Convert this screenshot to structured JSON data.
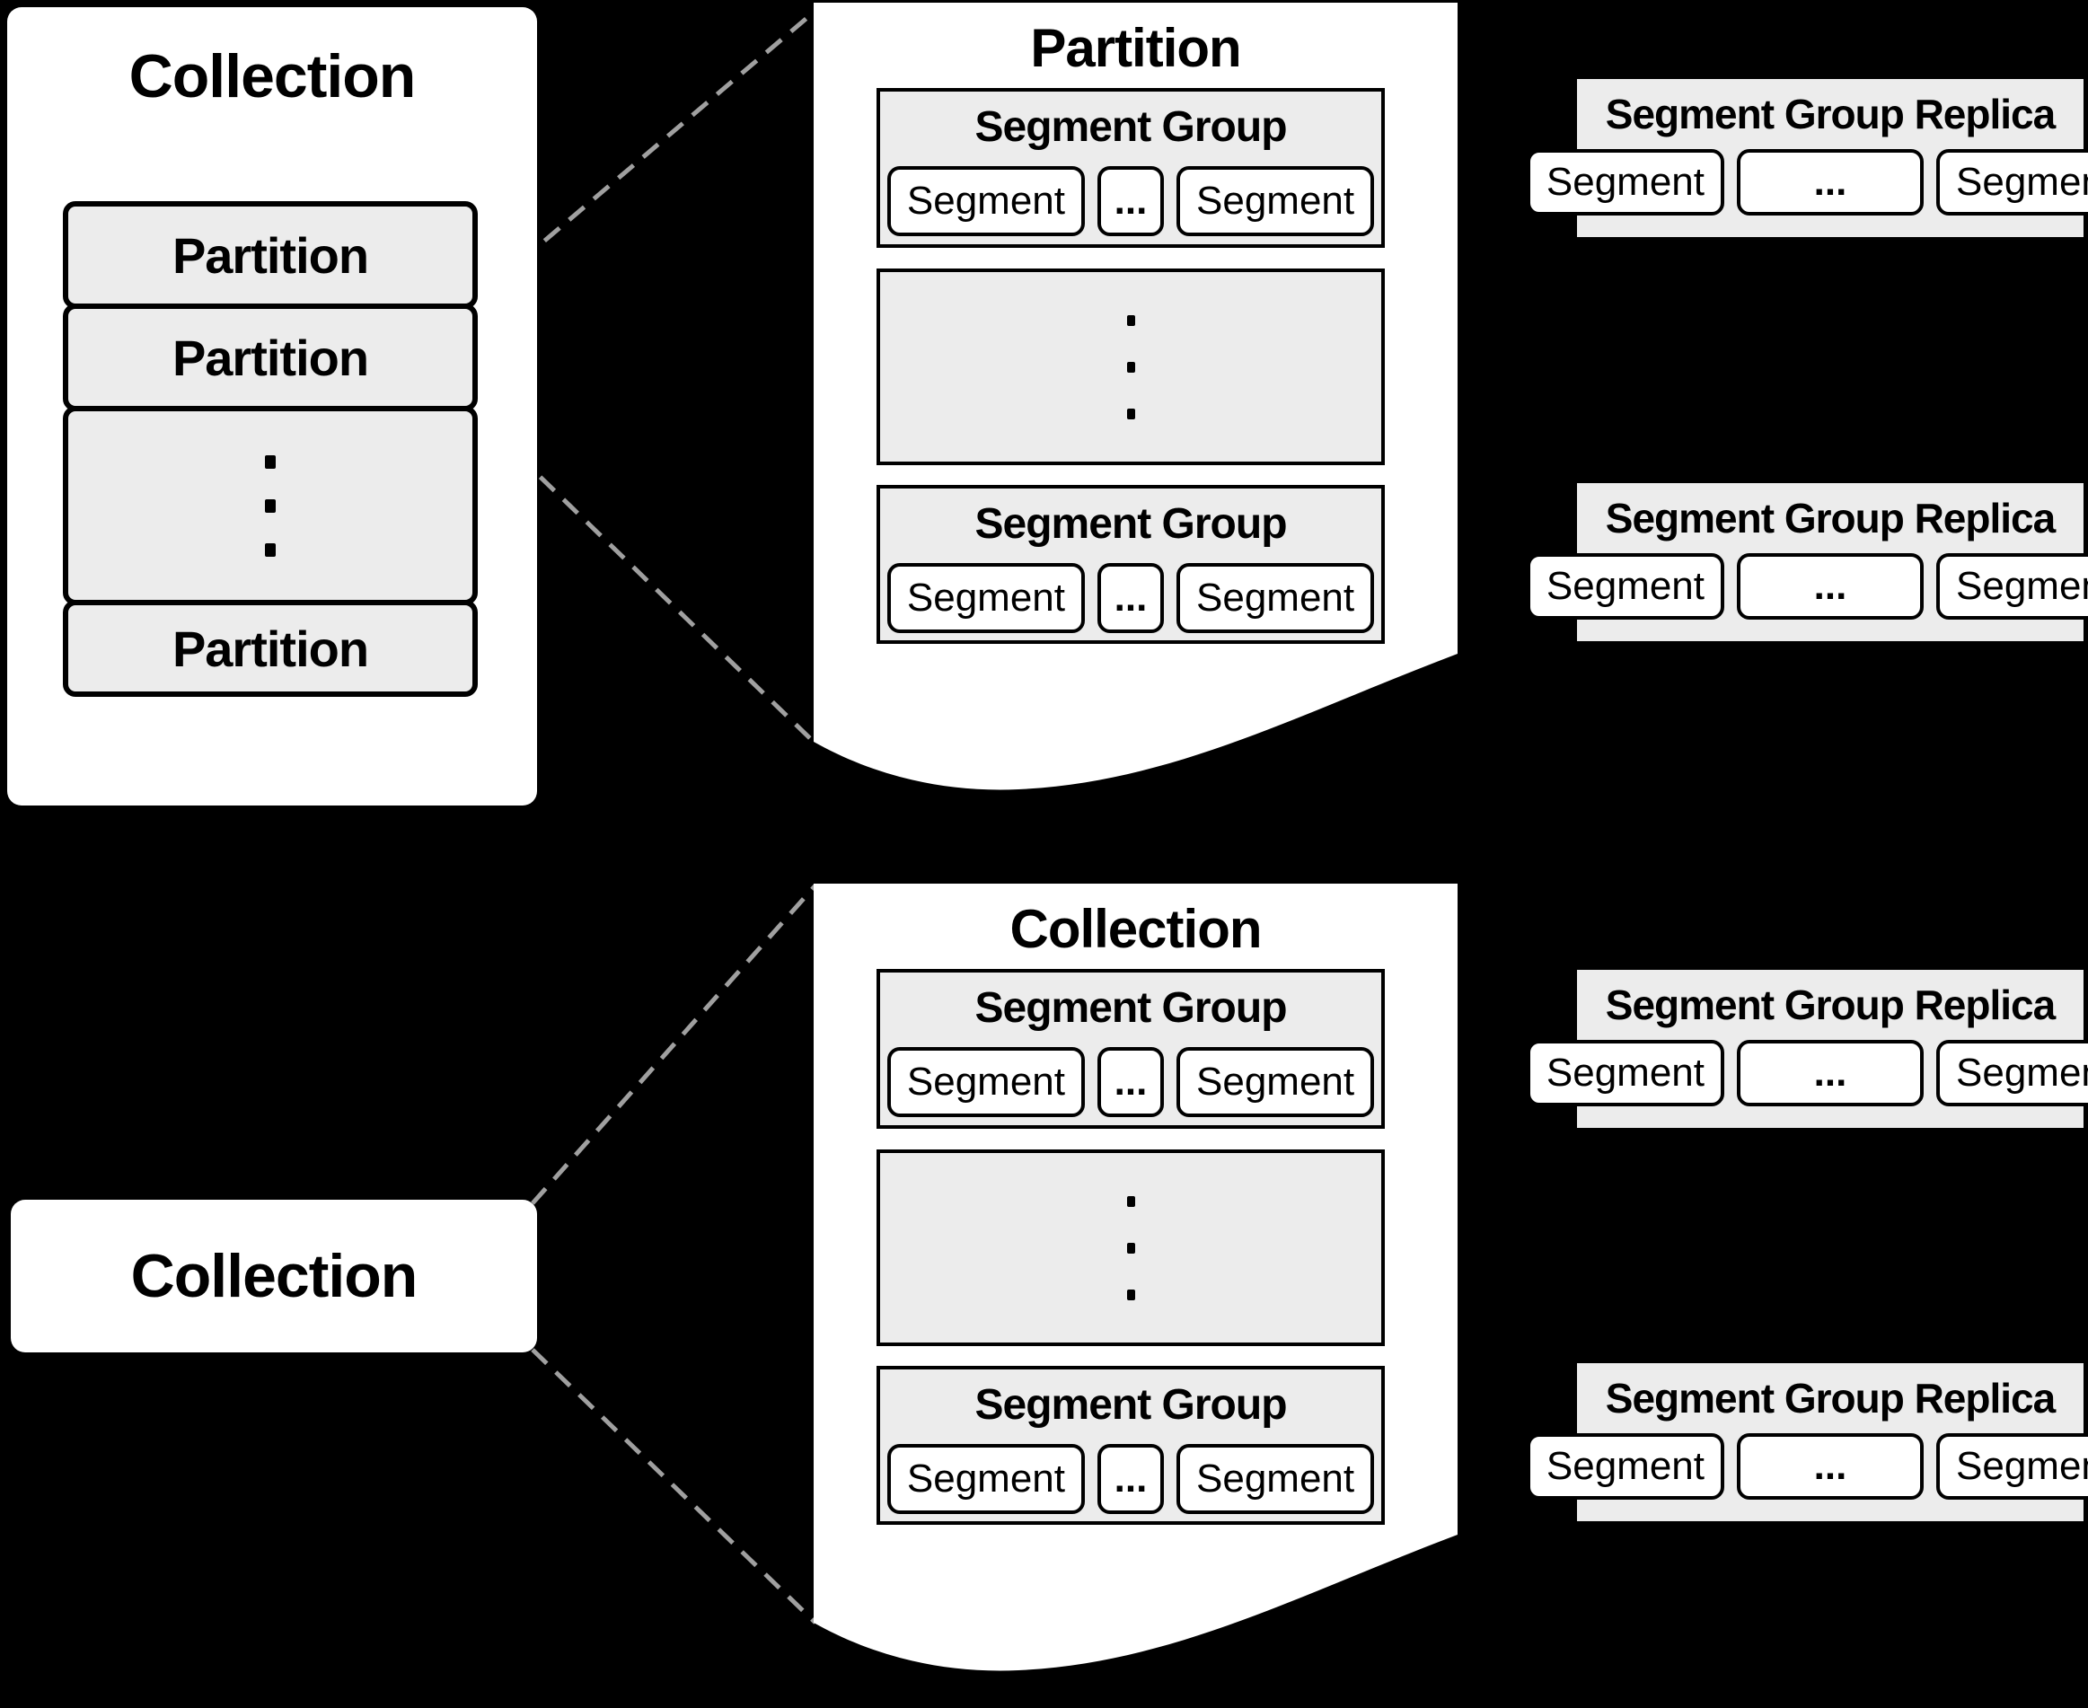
{
  "colors": {
    "background": "#000000",
    "panel_fill": "#ffffff",
    "box_fill": "#ececec",
    "box_border": "#000000",
    "connector_dash": "#a0a0a0"
  },
  "collection_box": {
    "title": "Collection",
    "rows": [
      "Partition",
      "Partition",
      "Partition"
    ]
  },
  "partition_page": {
    "title": "Partition",
    "groups": [
      {
        "title": "Segment Group",
        "segments": [
          "Segment",
          "...",
          "Segment"
        ]
      },
      {
        "title": "Segment Group",
        "segments": [
          "Segment",
          "...",
          "Segment"
        ]
      }
    ]
  },
  "collection_bar": {
    "title": "Collection"
  },
  "collection_page": {
    "title": "Collection",
    "groups": [
      {
        "title": "Segment Group",
        "segments": [
          "Segment",
          "...",
          "Segment"
        ]
      },
      {
        "title": "Segment Group",
        "segments": [
          "Segment",
          "...",
          "Segment"
        ]
      }
    ]
  },
  "replicas": [
    {
      "title": "Segment Group Replica",
      "segments": [
        "Segment",
        "...",
        "Segment"
      ]
    },
    {
      "title": "Segment Group Replica",
      "segments": [
        "Segment",
        "...",
        "Segment"
      ]
    },
    {
      "title": "Segment Group Replica",
      "segments": [
        "Segment",
        "...",
        "Segment"
      ]
    },
    {
      "title": "Segment Group Replica",
      "segments": [
        "Segment",
        "...",
        "Segment"
      ]
    }
  ]
}
